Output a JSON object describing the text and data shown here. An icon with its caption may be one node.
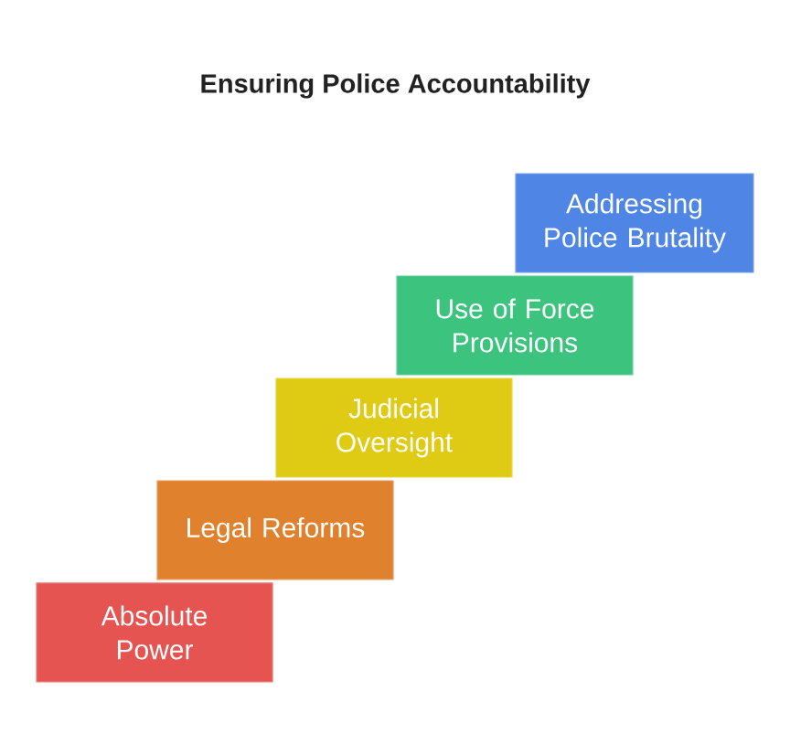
{
  "diagram": {
    "title": "Ensuring Police Accountability",
    "nodes": [
      {
        "text": [
          "Absolute Power"
        ]
      },
      {
        "text": [
          "Legal Reforms"
        ]
      },
      {
        "text": [
          "Judicial Oversight"
        ]
      },
      {
        "text": [
          "Use of Force Provisions"
        ]
      },
      {
        "text": [
          "Addressing Police Brutality"
        ]
      }
    ]
  }
}
